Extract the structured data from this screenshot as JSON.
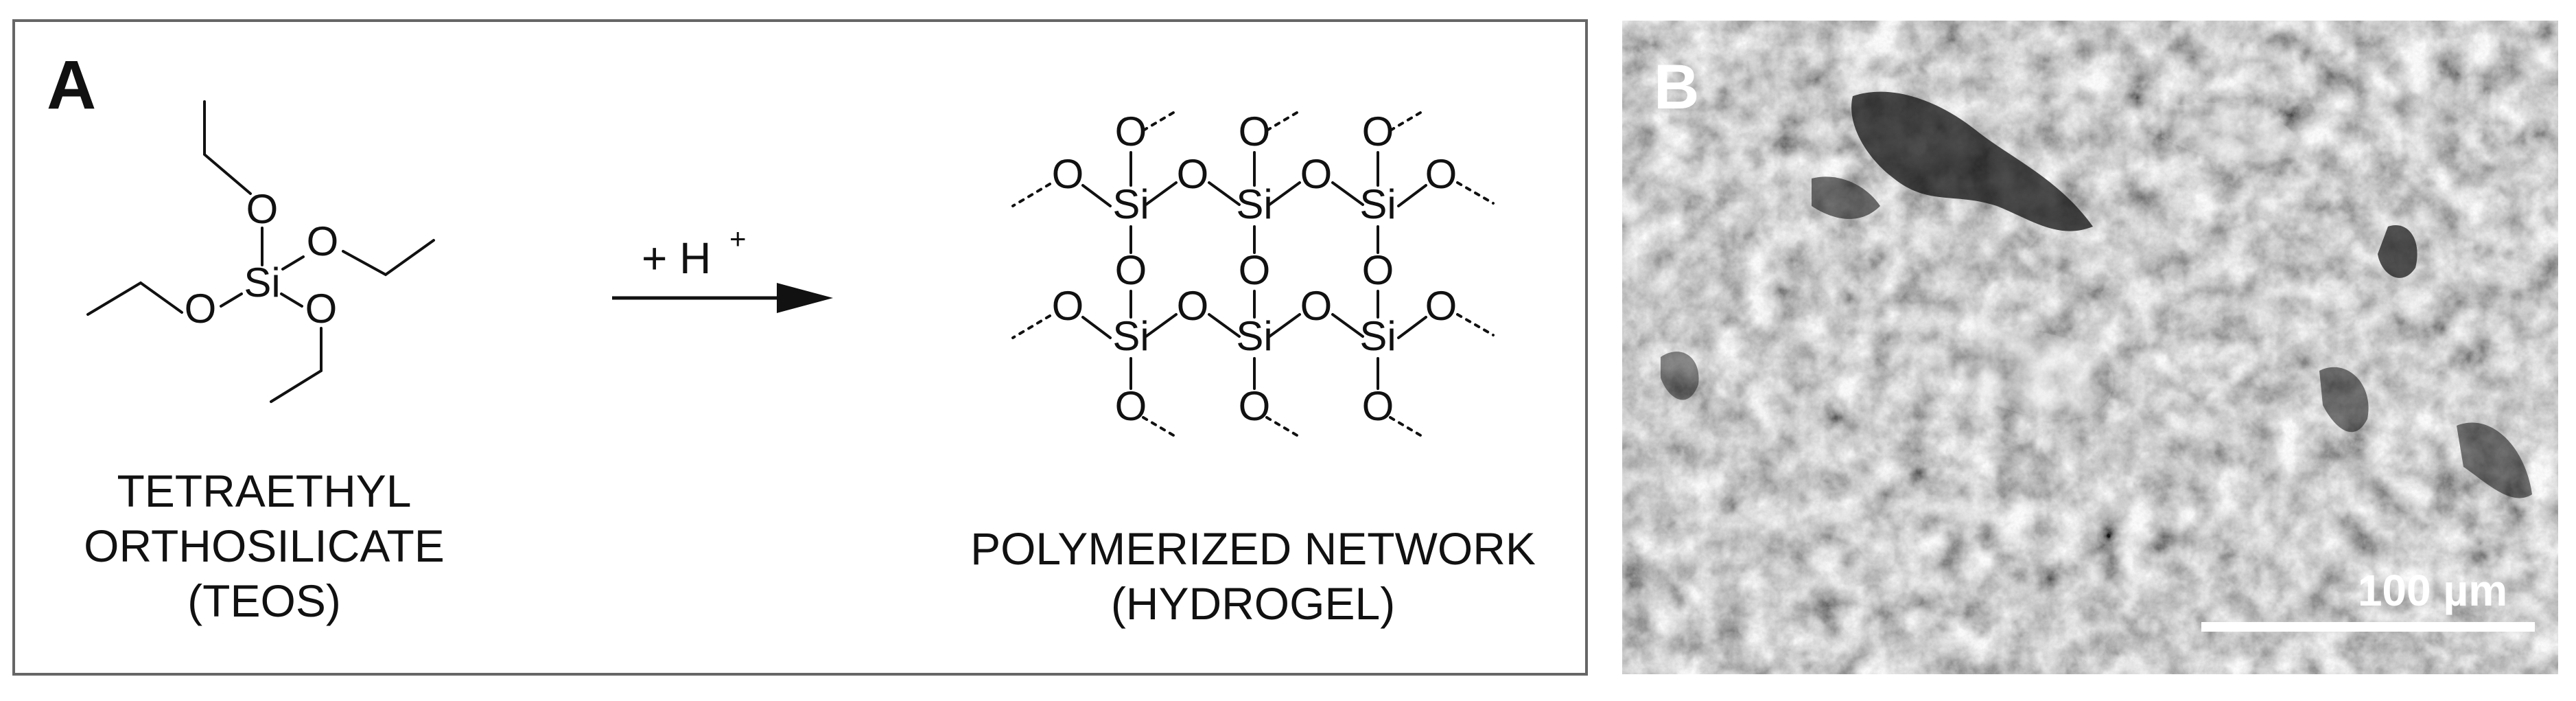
{
  "panel_a": {
    "letter": "A",
    "atoms": {
      "silicon": "Si",
      "oxygen": "O"
    },
    "reagent": {
      "text": "+ H",
      "superscript": "+"
    },
    "reactant": {
      "name_line1": "TETRAETHYL",
      "name_line2": "ORTHOSILICATE",
      "name_line3": "(TEOS)"
    },
    "product": {
      "name_line1": "POLYMERIZED NETWORK",
      "name_line2": "(HYDROGEL)"
    }
  },
  "panel_b": {
    "letter": "B",
    "scale_bar": "100 µm"
  }
}
